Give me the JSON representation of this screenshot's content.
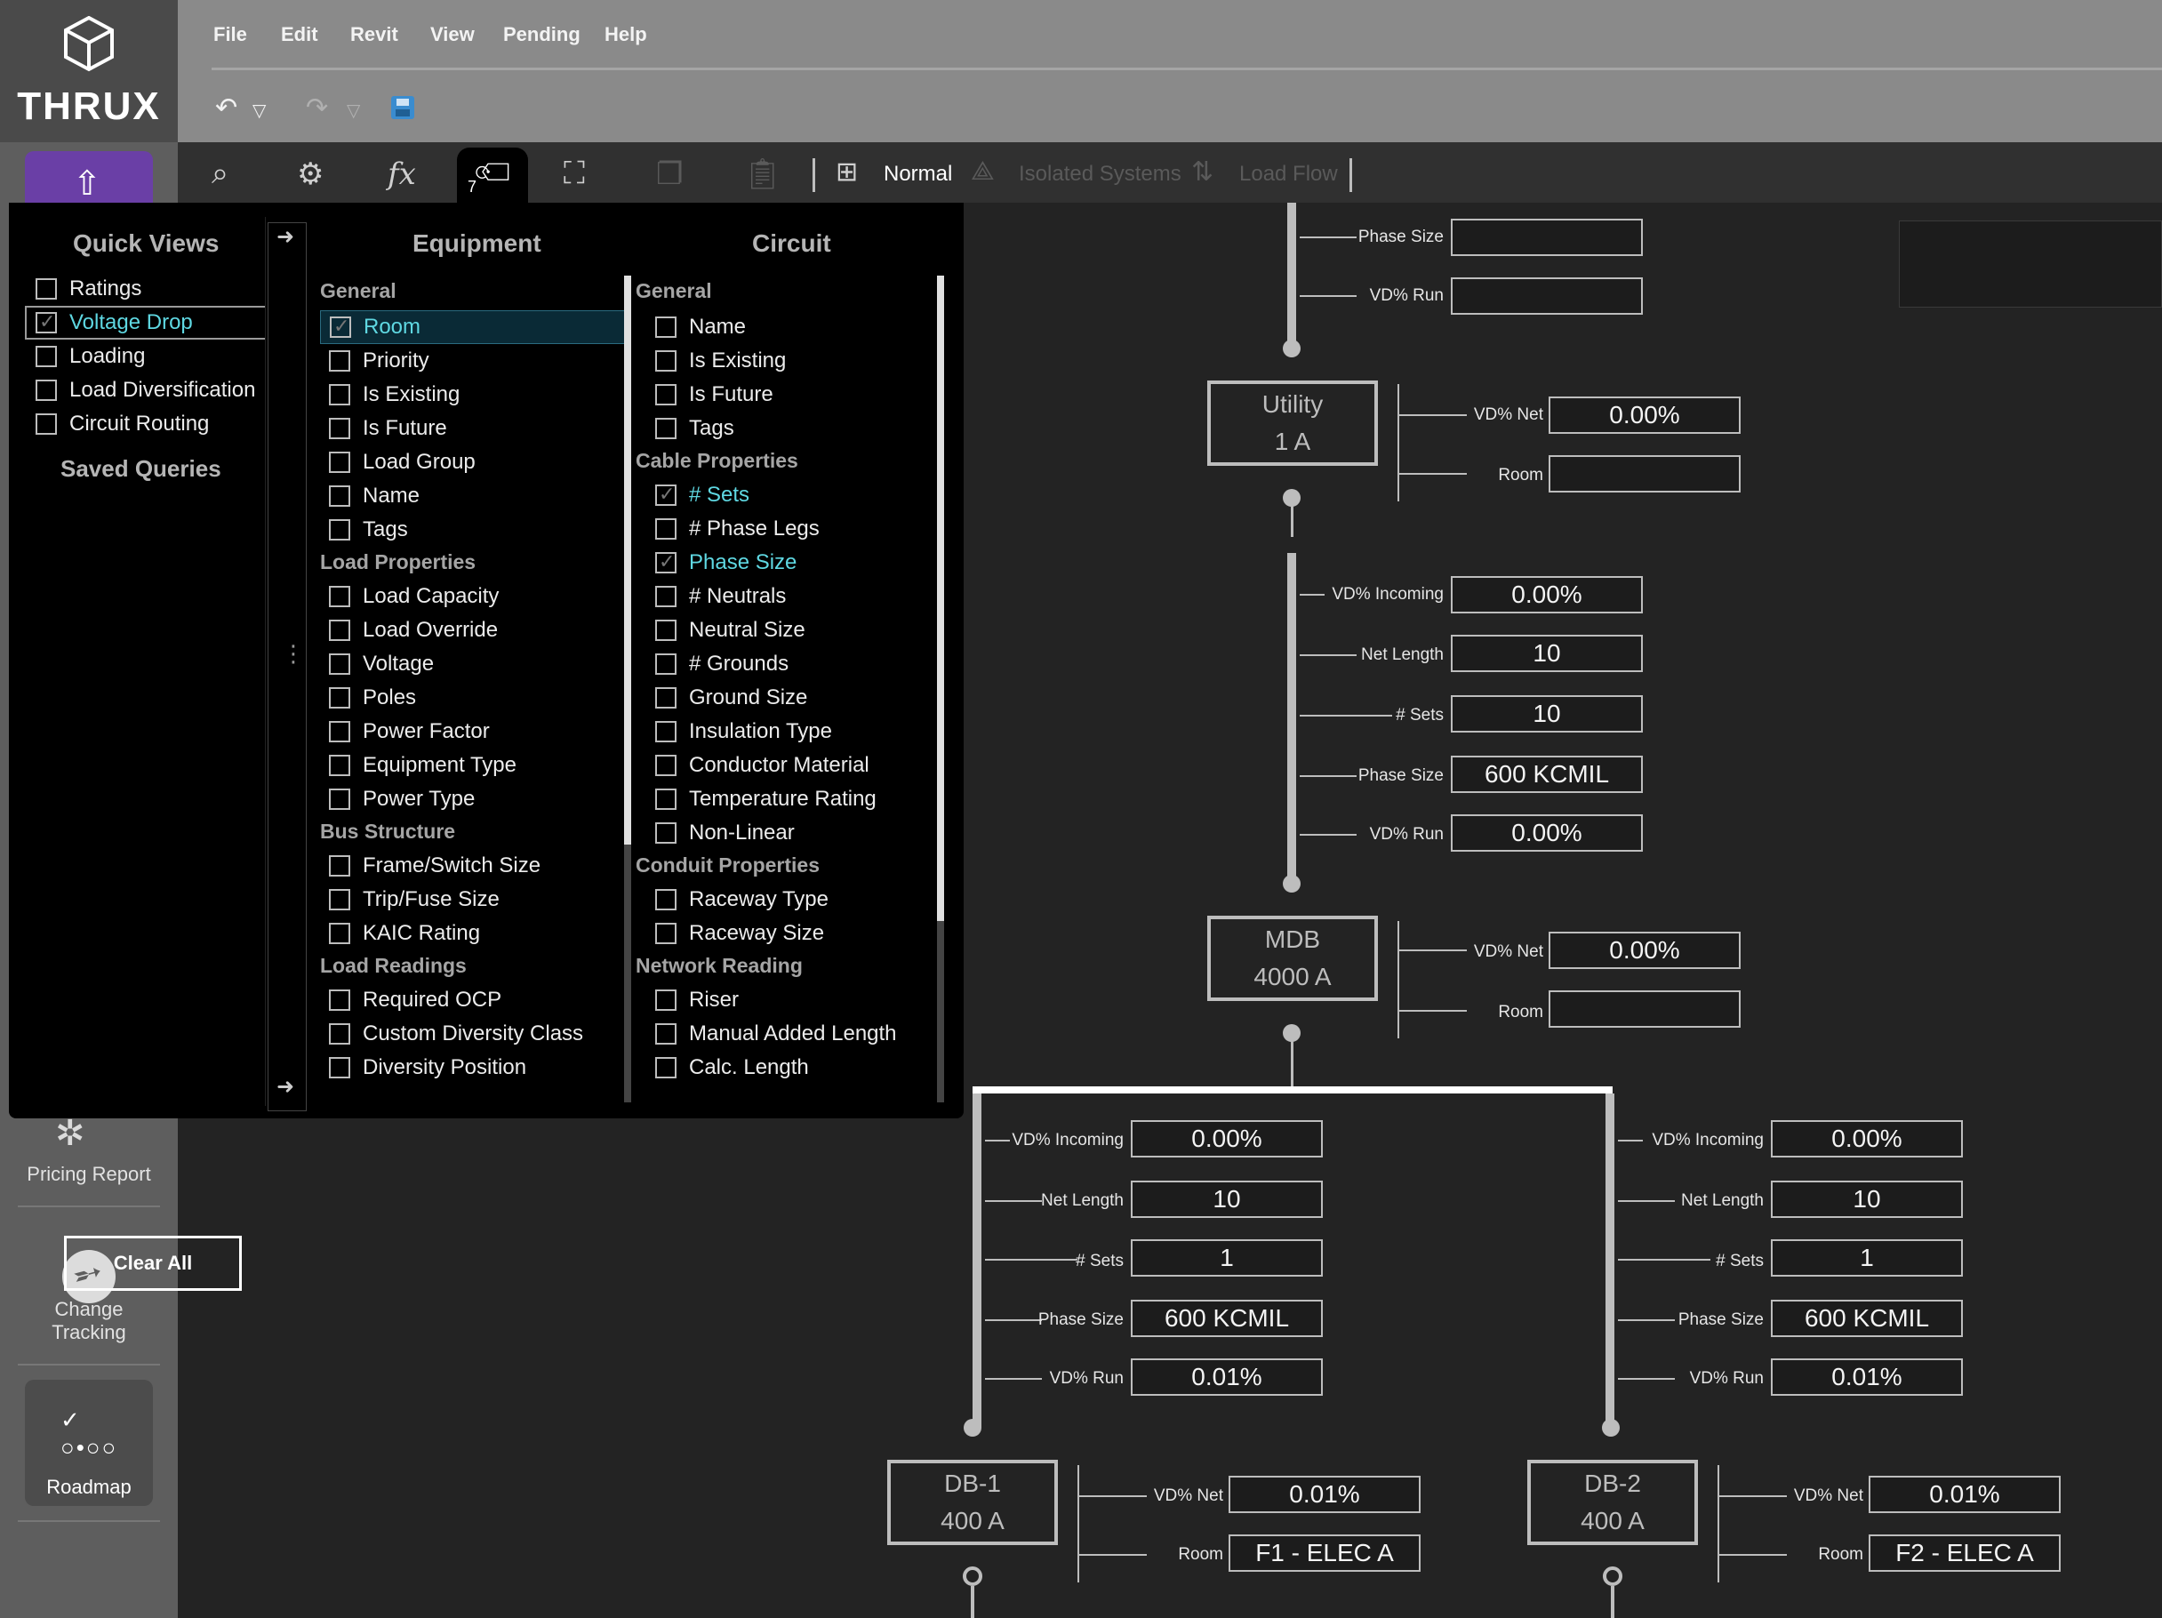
{
  "app": {
    "logo_text": "THRUX"
  },
  "menu": [
    "File",
    "Edit",
    "Revit",
    "View",
    "Pending",
    "Help"
  ],
  "toolbar": {
    "tag_badge": "7",
    "modes": {
      "normal": "Normal",
      "isolated": "Isolated Systems",
      "load_flow": "Load Flow"
    }
  },
  "sidebar": {
    "pricing": "Pricing Report",
    "change_tracking_1": "Change",
    "change_tracking_2": "Tracking",
    "roadmap": "Roadmap"
  },
  "panel": {
    "quick_views_title": "Quick Views",
    "quick_views": [
      {
        "label": "Ratings",
        "checked": false
      },
      {
        "label": "Voltage Drop",
        "checked": true
      },
      {
        "label": "Loading",
        "checked": false
      },
      {
        "label": "Load Diversification",
        "checked": false
      },
      {
        "label": "Circuit Routing",
        "checked": false
      }
    ],
    "saved_queries": "Saved Queries",
    "clear_all": "Clear All",
    "equipment_title": "Equipment",
    "circuit_title": "Circuit",
    "equipment": {
      "general": "General",
      "general_items": [
        "Room",
        "Priority",
        "Is Existing",
        "Is Future",
        "Load Group",
        "Name",
        "Tags"
      ],
      "load_props": "Load Properties",
      "load_items": [
        "Load Capacity",
        "Load Override",
        "Voltage",
        "Poles",
        "Power Factor",
        "Equipment Type",
        "Power Type"
      ],
      "bus": "Bus Structure",
      "bus_items": [
        "Frame/Switch Size",
        "Trip/Fuse Size",
        "KAIC Rating"
      ],
      "readings": "Load Readings",
      "reading_items": [
        "Required OCP",
        "Custom Diversity Class",
        "Diversity Position"
      ]
    },
    "circuit": {
      "general": "General",
      "general_items": [
        "Name",
        "Is Existing",
        "Is Future",
        "Tags"
      ],
      "cable": "Cable Properties",
      "cable_items": [
        "# Sets",
        "# Phase Legs",
        "Phase Size",
        "# Neutrals",
        "Neutral Size",
        "# Grounds",
        "Ground Size",
        "Insulation Type",
        "Conductor Material",
        "Temperature Rating",
        "Non-Linear"
      ],
      "conduit": "Conduit Properties",
      "conduit_items": [
        "Raceway Type",
        "Raceway Size"
      ],
      "network": "Network Reading",
      "network_items": [
        "Riser",
        "Manual Added Length",
        "Calc. Length"
      ]
    }
  },
  "diagram": {
    "labels": {
      "phase_size": "Phase Size",
      "vd_run": "VD% Run",
      "vd_net": "VD% Net",
      "room": "Room",
      "vd_incoming": "VD% Incoming",
      "net_length": "Net Length",
      "sets": "# Sets"
    },
    "top": {
      "phase_size": "",
      "vd_run": ""
    },
    "utility": {
      "name": "Utility",
      "rating": "1 A",
      "vd_net": "0.00%",
      "room": ""
    },
    "feeder1": {
      "vd_incoming": "0.00%",
      "net_length": "10",
      "sets": "10",
      "phase_size": "600 KCMIL",
      "vd_run": "0.00%"
    },
    "mdb": {
      "name": "MDB",
      "rating": "4000 A",
      "vd_net": "0.00%",
      "room": ""
    },
    "feeder_left": {
      "vd_incoming": "0.00%",
      "net_length": "10",
      "sets": "1",
      "phase_size": "600 KCMIL",
      "vd_run": "0.01%"
    },
    "feeder_right": {
      "vd_incoming": "0.00%",
      "net_length": "10",
      "sets": "1",
      "phase_size": "600 KCMIL",
      "vd_run": "0.01%"
    },
    "db1": {
      "name": "DB-1",
      "rating": "400 A",
      "vd_net": "0.01%",
      "room": "F1 - ELEC A"
    },
    "db2": {
      "name": "DB-2",
      "rating": "400 A",
      "vd_net": "0.01%",
      "room": "F2 - ELEC A"
    }
  }
}
